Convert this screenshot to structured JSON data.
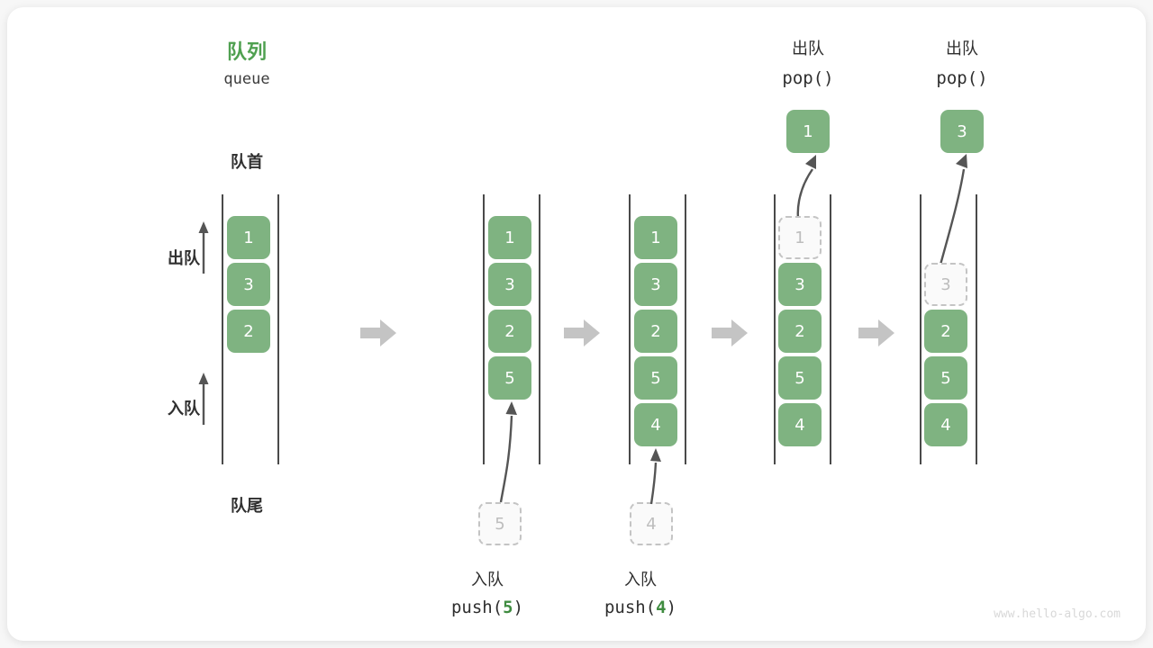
{
  "diagram": {
    "title_cn": "队列",
    "title_en": "queue",
    "front_label": "队首",
    "rear_label": "队尾",
    "dequeue_label": "出队",
    "enqueue_label": "入队",
    "accent_color": "#4fa050",
    "cell_color": "#7fb381",
    "ghost_color": "#fafafa",
    "watermark": "www.hello-algo.com"
  },
  "steps": [
    {
      "id": "initial",
      "cells": [
        "1",
        "3",
        "2"
      ],
      "ghost_index": -1,
      "side_arrows": [
        "出队",
        "入队"
      ]
    },
    {
      "id": "push5",
      "cells": [
        "1",
        "3",
        "2",
        "5"
      ],
      "ghost_index": -1,
      "incoming_value": "5",
      "op_cn": "入队",
      "op_code_prefix": "push(",
      "op_code_value": "5",
      "op_code_suffix": ")"
    },
    {
      "id": "push4",
      "cells": [
        "1",
        "3",
        "2",
        "5",
        "4"
      ],
      "ghost_index": -1,
      "incoming_value": "4",
      "op_cn": "入队",
      "op_code_prefix": "push(",
      "op_code_value": "4",
      "op_code_suffix": ")"
    },
    {
      "id": "pop1",
      "cells": [
        "1",
        "3",
        "2",
        "5",
        "4"
      ],
      "ghost_index": 0,
      "popped_value": "1",
      "op_cn": "出队",
      "op_code": "pop()"
    },
    {
      "id": "pop3",
      "cells": [
        "3",
        "2",
        "5",
        "4"
      ],
      "ghost_index": 0,
      "popped_value": "3",
      "op_cn": "出队",
      "op_code": "pop()"
    }
  ],
  "flow_arrows": [
    "→",
    "→",
    "→",
    "→"
  ]
}
